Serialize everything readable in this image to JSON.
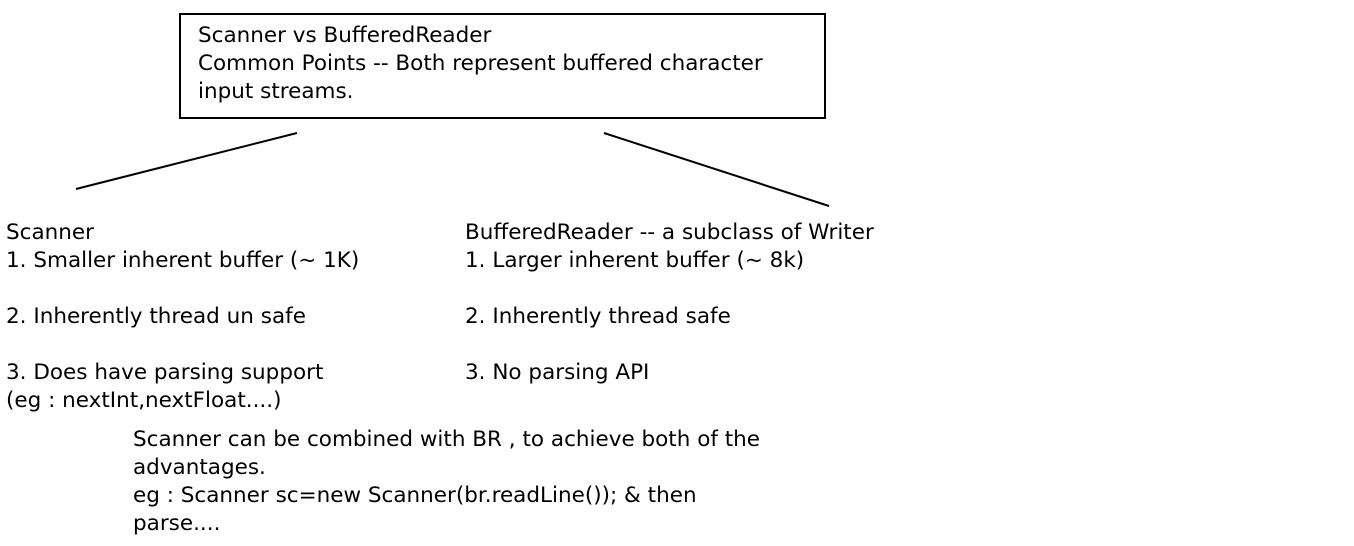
{
  "title_box": {
    "line1": "Scanner vs BufferedReader",
    "line2": "Common Points -- Both represent buffered character",
    "line3": "input streams."
  },
  "left": {
    "heading": "Scanner",
    "point1": "1. Smaller inherent buffer (~ 1K)",
    "point2": "2. Inherently thread un safe",
    "point3": "3. Does have parsing support",
    "point3b": "(eg : nextInt,nextFloat....)"
  },
  "right": {
    "heading": "BufferedReader -- a subclass of Writer",
    "point1": "1. Larger inherent buffer (~ 8k)",
    "point2": "2. Inherently thread safe",
    "point3": "3. No parsing API"
  },
  "note": {
    "line1": "Scanner can be combined with BR , to achieve both of the",
    "line2": "advantages.",
    "line3": "eg : Scanner sc=new Scanner(br.readLine()); & then",
    "line4": "parse...."
  }
}
